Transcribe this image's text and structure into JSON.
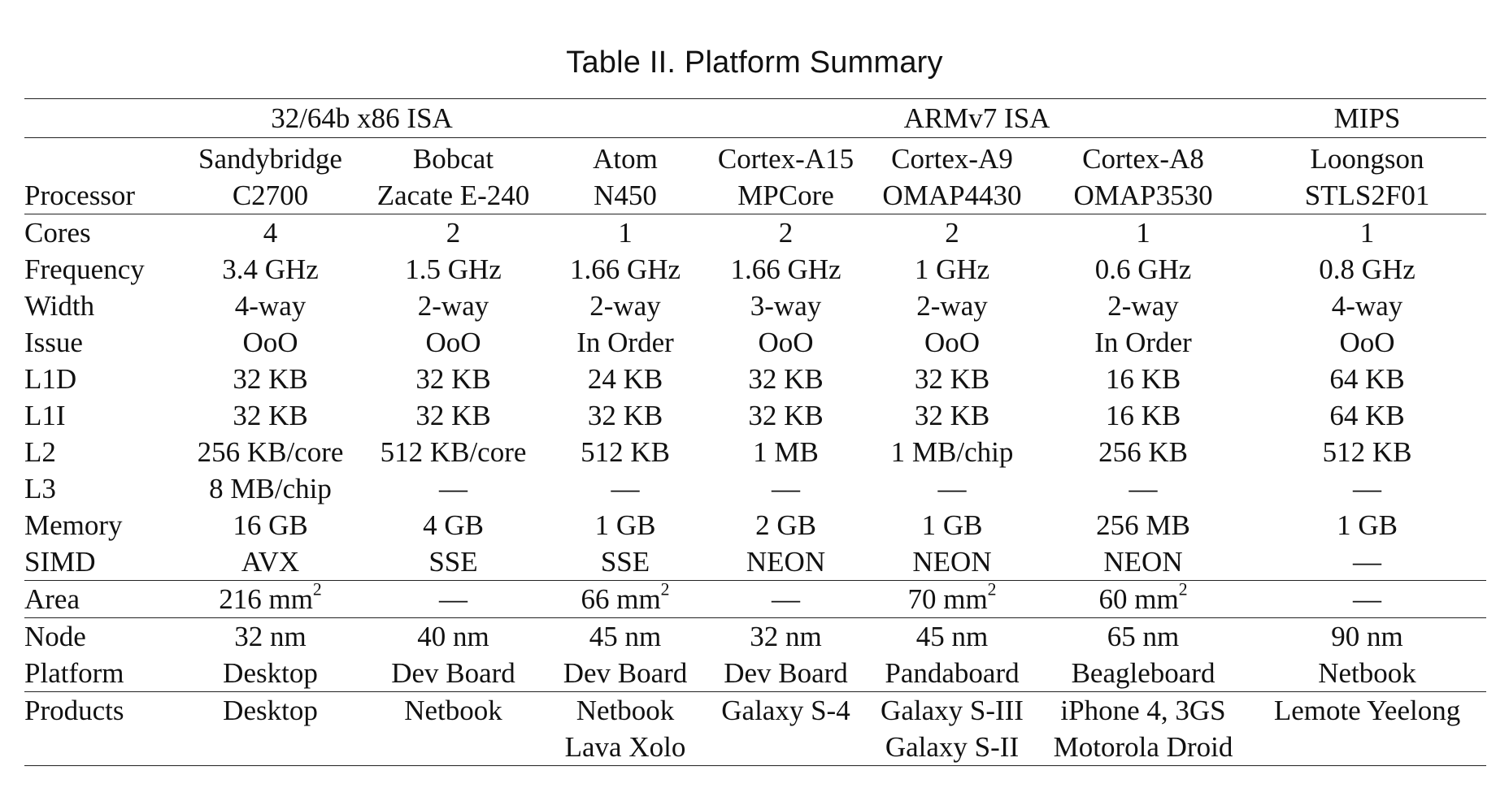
{
  "caption": "Table II. Platform Summary",
  "isa_headers": {
    "x86": "32/64b x86 ISA",
    "arm": "ARMv7 ISA",
    "mips": "MIPS"
  },
  "processor_label": "Processor",
  "processors": [
    {
      "family": "Sandybridge",
      "model": "C2700"
    },
    {
      "family": "Bobcat",
      "model": "Zacate E-240"
    },
    {
      "family": "Atom",
      "model": "N450"
    },
    {
      "family": "Cortex-A15",
      "model": "MPCore"
    },
    {
      "family": "Cortex-A9",
      "model": "OMAP4430"
    },
    {
      "family": "Cortex-A8",
      "model": "OMAP3530"
    },
    {
      "family": "Loongson",
      "model": "STLS2F01"
    }
  ],
  "rows": [
    {
      "label": "Cores",
      "values": [
        "4",
        "2",
        "1",
        "2",
        "2",
        "1",
        "1"
      ]
    },
    {
      "label": "Frequency",
      "values": [
        "3.4 GHz",
        "1.5 GHz",
        "1.66 GHz",
        "1.66 GHz",
        "1 GHz",
        "0.6 GHz",
        "0.8 GHz"
      ]
    },
    {
      "label": "Width",
      "values": [
        "4-way",
        "2-way",
        "2-way",
        "3-way",
        "2-way",
        "2-way",
        "4-way"
      ]
    },
    {
      "label": "Issue",
      "values": [
        "OoO",
        "OoO",
        "In Order",
        "OoO",
        "OoO",
        "In Order",
        "OoO"
      ]
    },
    {
      "label": "L1D",
      "values": [
        "32 KB",
        "32 KB",
        "24 KB",
        "32 KB",
        "32 KB",
        "16 KB",
        "64 KB"
      ]
    },
    {
      "label": "L1I",
      "values": [
        "32 KB",
        "32 KB",
        "32 KB",
        "32 KB",
        "32 KB",
        "16 KB",
        "64 KB"
      ]
    },
    {
      "label": "L2",
      "values": [
        "256 KB/core",
        "512 KB/core",
        "512 KB",
        "1 MB",
        "1 MB/chip",
        "256 KB",
        "512 KB"
      ]
    },
    {
      "label": "L3",
      "values": [
        "8 MB/chip",
        "—",
        "—",
        "—",
        "—",
        "—",
        "—"
      ]
    },
    {
      "label": "Memory",
      "values": [
        "16 GB",
        "4 GB",
        "1 GB",
        "2 GB",
        "1 GB",
        "256 MB",
        "1 GB"
      ]
    },
    {
      "label": "SIMD",
      "values": [
        "AVX",
        "SSE",
        "SSE",
        "NEON",
        "NEON",
        "NEON",
        "—"
      ]
    }
  ],
  "area": {
    "label": "Area",
    "values": [
      {
        "num": "216 mm",
        "sup": "2"
      },
      {
        "num": "—",
        "sup": ""
      },
      {
        "num": "66 mm",
        "sup": "2"
      },
      {
        "num": "—",
        "sup": ""
      },
      {
        "num": "70 mm",
        "sup": "2"
      },
      {
        "num": "60 mm",
        "sup": "2"
      },
      {
        "num": "—",
        "sup": ""
      }
    ]
  },
  "rows_after": [
    {
      "label": "Node",
      "values": [
        "32 nm",
        "40 nm",
        "45 nm",
        "32 nm",
        "45 nm",
        "65 nm",
        "90 nm"
      ]
    },
    {
      "label": "Platform",
      "values": [
        "Desktop",
        "Dev Board",
        "Dev Board",
        "Dev Board",
        "Pandaboard",
        "Beagleboard",
        "Netbook"
      ]
    }
  ],
  "products": {
    "label": "Products",
    "line1": [
      "Desktop",
      "Netbook",
      "Netbook",
      "Galaxy S-4",
      "Galaxy S-III",
      "iPhone 4, 3GS",
      "Lemote Yeelong"
    ],
    "line2": [
      "",
      "",
      "Lava Xolo",
      "",
      "Galaxy S-II",
      "Motorola Droid",
      ""
    ]
  }
}
